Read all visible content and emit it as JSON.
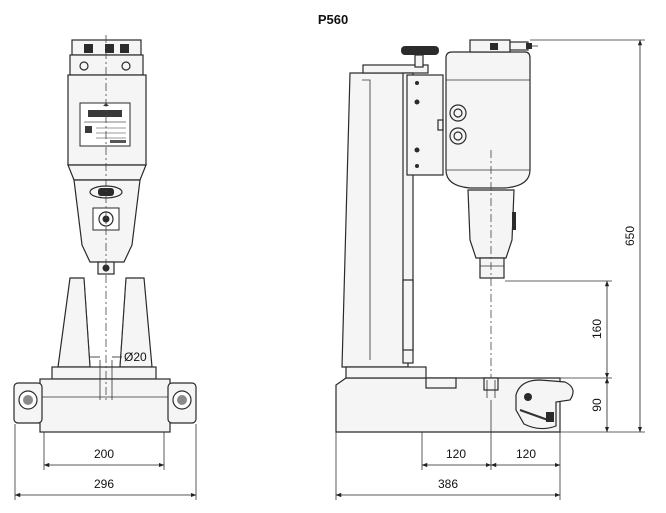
{
  "title": "P560",
  "front_view": {
    "bore_label": "Ø20",
    "width_inner": "200",
    "width_total": "296"
  },
  "side_view": {
    "height_total": "650",
    "height_stroke": "160",
    "height_base": "90",
    "depth_left": "120",
    "depth_right": "120",
    "depth_total": "386"
  },
  "nameplate": {
    "brand_icon": "brand-logo-icon"
  }
}
